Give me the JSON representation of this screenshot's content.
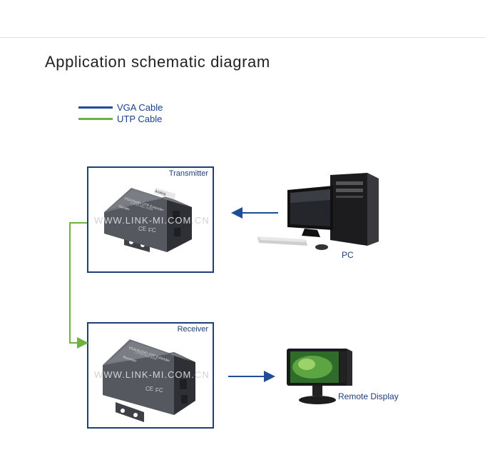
{
  "title": "Application schematic diagram",
  "legend": [
    {
      "label": "VGA Cable",
      "color": "#1f4e96"
    },
    {
      "label": "UTP Cable",
      "color": "#6cb33f"
    }
  ],
  "transmitter": {
    "label": "Transmitter",
    "device_brand": "Analog",
    "device_name": "VGA/Audio UTP Extender",
    "device_model": "CAT5/6 Max 300M",
    "device_role": "Sender"
  },
  "receiver": {
    "label": "Receiver",
    "device_name": "VGA/AUDIO UTP Extender",
    "device_model": "CAT5/6 Max 300M",
    "device_role": "Receiver"
  },
  "watermark": "WWW.LINK-MI.COM.CN",
  "pc": {
    "caption": "PC"
  },
  "display": {
    "caption": "Remote Display"
  }
}
